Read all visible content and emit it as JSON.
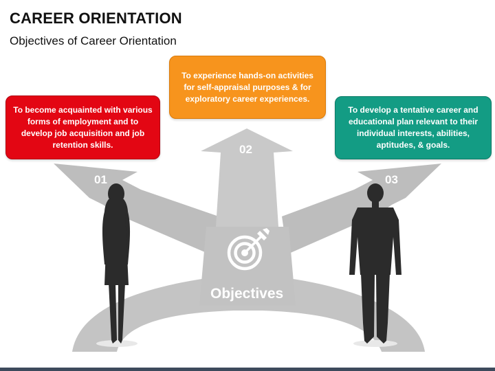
{
  "header": {
    "title": "CAREER ORIENTATION",
    "subtitle": "Objectives of Career Orientation"
  },
  "objectives": [
    {
      "number": "01",
      "text": "To become acquainted with various forms of employment and to develop job acquisition and job retention skills.",
      "color": "#e30613"
    },
    {
      "number": "02",
      "text": "To experience hands-on activities for self-appraisal purposes & for exploratory career experiences.",
      "color": "#f7941d"
    },
    {
      "number": "03",
      "text": "To develop a tentative career and educational plan relevant to their individual interests, abilities, aptitudes, & goals.",
      "color": "#139c84"
    }
  ],
  "center": {
    "label": "Objectives",
    "icon": "target-icon"
  },
  "colors": {
    "arrow": "#c4c4c4",
    "arrow_dark": "#a9a9a9",
    "silhouette": "#2b2b2b",
    "footer": "#3d4a5c"
  }
}
